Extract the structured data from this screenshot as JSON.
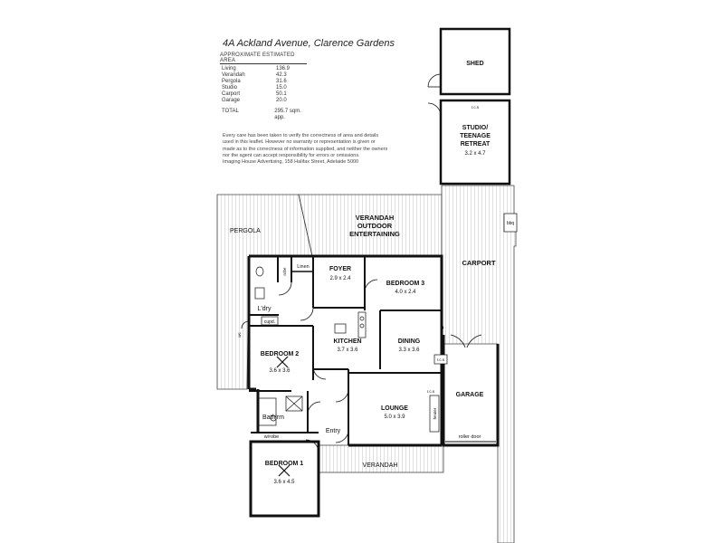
{
  "header": {
    "title": "4A Ackland Avenue, Clarence Gardens",
    "area_heading": "APPROXIMATE ESTIMATED AREA",
    "area_rows": [
      {
        "label": "Living",
        "value": "136.9"
      },
      {
        "label": "Verandah",
        "value": "42.3"
      },
      {
        "label": "Pergola",
        "value": "31.6"
      },
      {
        "label": "Studio",
        "value": "15.0"
      },
      {
        "label": "Carport",
        "value": "50.1"
      },
      {
        "label": "Garage",
        "value": "20.0"
      }
    ],
    "total_label": "TOTAL",
    "total_value": "295.7 sqm. app.",
    "disclaimer": [
      "Every care has been taken to verify the correctness of area and details",
      "used in this leaflet. However no warranty or representation is given or",
      "made as to the correctness of information supplied, and neither the owners",
      "nor the agent can accept responsibility for errors or omissions.",
      "Imaging House Advertising, 158 Halifax Street, Adelaide 5000"
    ]
  },
  "plan": {
    "shed": "SHED",
    "studio_1": "STUDIO/",
    "studio_2": "TEENAGE",
    "studio_3": "RETREAT",
    "studio_dim": "3.2 x 4.7",
    "rcs_top": "r.c.s",
    "pergola": "PERGOLA",
    "verandah_1": "VERANDAH",
    "verandah_2": "OUTDOOR",
    "verandah_3": "ENTERTAINING",
    "carport": "CARPORT",
    "bbq": "bbq",
    "linen": "Linen",
    "robe": "robe",
    "foyer": "FOYER",
    "foyer_dim": "2.9 x 2.4",
    "bed3": "BEDROOM 3",
    "bed3_dim": "4.0 x 2.4",
    "laundry": "L'dry",
    "cupd": "cupd.",
    "bed2": "BEDROOM 2",
    "bed2_dim": "3.6 x 3.6",
    "kitchen": "KITCHEN",
    "kitchen_dim": "3.7 x 3.6",
    "dining": "DINING",
    "dining_dim": "3.3 x 3.6",
    "rcs_mid": "r.c.s",
    "garage": "GARAGE",
    "bathrm": "Bath'rm",
    "wrobe": "w/robe",
    "lounge": "LOUNGE",
    "lounge_dim": "5.0 x 3.9",
    "rcs_lounge": "r.c.s",
    "heater": "heater",
    "entry": "Entry",
    "roller": "roller door",
    "bed1": "BEDROOM 1",
    "bed1_dim": "3.6 x 4.5",
    "verandah_s": "VERANDAH",
    "wc": "wc"
  }
}
